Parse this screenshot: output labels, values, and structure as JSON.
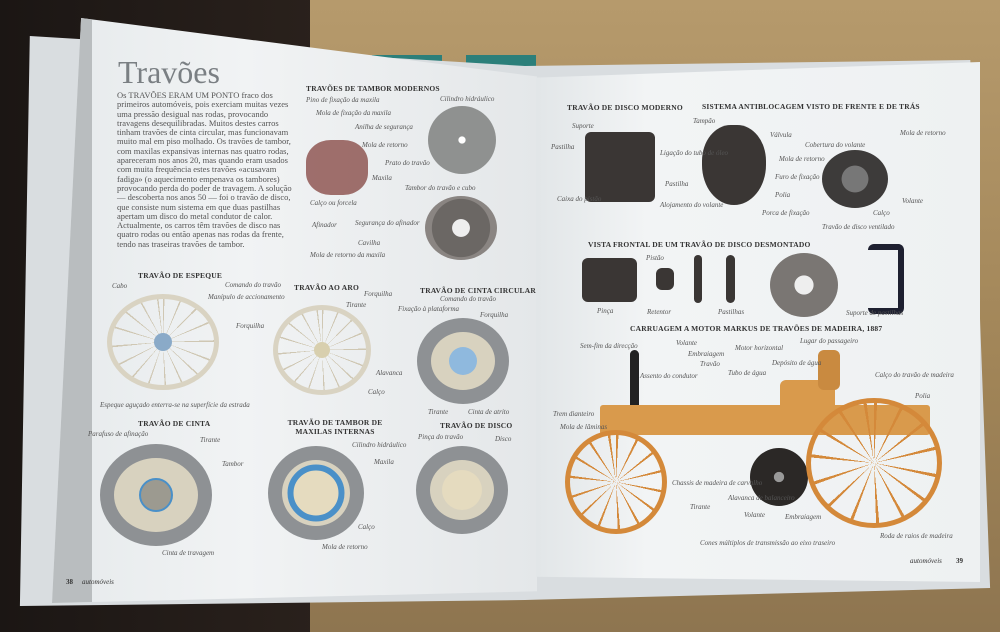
{
  "left_page": {
    "title": "Travões",
    "intro": "Os TRAVÕES ERAM UM PONTO fraco dos primeiros automóveis, pois exerciam muitas vezes uma pressão desigual nas rodas, provocando travagens desequilibradas. Muitos destes carros tinham travões de cinta circular, mas funcionavam muito mal em piso molhado. Os travões de tambor, com maxilas expansivas internas nas quatro rodas, apareceram nos anos 20, mas quando eram usados com muita frequência estes travões «acusavam fadiga» (o aquecimento empenava os tambores) provocando perda do poder de travagem. A solução — descoberta nos anos 50 — foi o travão de disco, que consiste num sistema em que duas pastilhas apertam um disco do metal condutor de calor. Actualmente, os carros têm travões de disco nas quatro rodas ou então apenas nas rodas da frente, tendo nas traseiras travões de tambor.",
    "page_number": "38",
    "footer": "automóveis",
    "sections": {
      "drum_modern": {
        "title": "TRAVÕES DE TAMBOR MODERNOS",
        "labels": [
          "Pino de fixação da maxila",
          "Mola de fixação da maxila",
          "Anilha de segurança",
          "Mola de retorno",
          "Maxila",
          "Calço ou forcela",
          "Afinador",
          "Segurança do afinador",
          "Cavilha",
          "Mola de retorno da maxila",
          "Cilindro hidráulico",
          "Prato do travão",
          "Tambor do travão e cubo"
        ]
      },
      "espeque": {
        "title": "TRAVÃO DE ESPEQUE",
        "labels": [
          "Cabo",
          "Manípulo de accionamento",
          "Comando do travão",
          "Espeque aguçado enterra-se na superfície da estrada"
        ]
      },
      "aro": {
        "title": "TRAVÃO AO ARO",
        "labels": [
          "Forquilha",
          "Tirante",
          "Forquilha",
          "Alavanca",
          "Calço"
        ]
      },
      "cinta_circular": {
        "title": "TRAVÃO DE CINTA CIRCULAR",
        "labels": [
          "Comando do travão",
          "Fixação à plataforma",
          "Forquilha",
          "Tirante",
          "Cinta de atrito"
        ]
      },
      "cinta": {
        "title": "TRAVÃO DE CINTA",
        "labels": [
          "Parafuso de afinação",
          "Tirante",
          "Tambor",
          "Cinta de travagem"
        ]
      },
      "tambor_int": {
        "title": "TRAVÃO DE TAMBOR DE MAXILAS INTERNAS",
        "labels": [
          "Cilindro hidráulico",
          "Maxila",
          "Calço",
          "Mola de retorno"
        ]
      },
      "disco": {
        "title": "TRAVÃO DE DISCO",
        "labels": [
          "Pinça do travão",
          "Disco"
        ]
      }
    }
  },
  "right_page": {
    "page_number": "39",
    "footer": "automóveis",
    "sections": {
      "disc_modern": {
        "title": "TRAVÃO DE DISCO MODERNO",
        "labels": [
          "Suporte",
          "Pastilha",
          "Pastilha",
          "Caixa do pistão"
        ]
      },
      "abs": {
        "title": "SISTEMA ANTIBLOCAGEM VISTO DE FRENTE E DE TRÁS",
        "labels": [
          "Tampão",
          "Válvula",
          "Ligação do tubo de óleo",
          "Mola de retorno",
          "Furo de fixação",
          "Polia",
          "Alojamento do volante",
          "Porca de fixação",
          "Cobertura do volante",
          "Mola de retorno",
          "Volante",
          "Calço",
          "Travão de disco ventilado"
        ]
      },
      "exploded": {
        "title": "VISTA FRONTAL DE UM TRAVÃO DE DISCO DESMONTADO",
        "labels": [
          "Pinça",
          "Pistão",
          "Retentor",
          "Pastilhas",
          "Suporte de pastilhas"
        ]
      },
      "markus": {
        "title": "CARRUAGEM A MOTOR MARKUS DE TRAVÕES DE MADEIRA, 1887",
        "labels": [
          "Sem-fim da direcção",
          "Volante",
          "Embraiagem",
          "Travão",
          "Assento do condutor",
          "Tubo de água",
          "Motor horizontal",
          "Depósito de água",
          "Lugar do passageiro",
          "Calço do travão de madeira",
          "Polia",
          "Trem dianteiro",
          "Mola de lâminas",
          "Chassis de madeira de carvalho",
          "Tirante",
          "Alavanca de balanceiro",
          "Volante",
          "Embraiagem",
          "Cones múltiplos de transmissão ao eixo traseiro",
          "Roda de raios de madeira"
        ]
      }
    }
  },
  "colors": {
    "accent_blue": "#4a90c8",
    "wood": "#d4893a",
    "page": "#eef1f2"
  }
}
